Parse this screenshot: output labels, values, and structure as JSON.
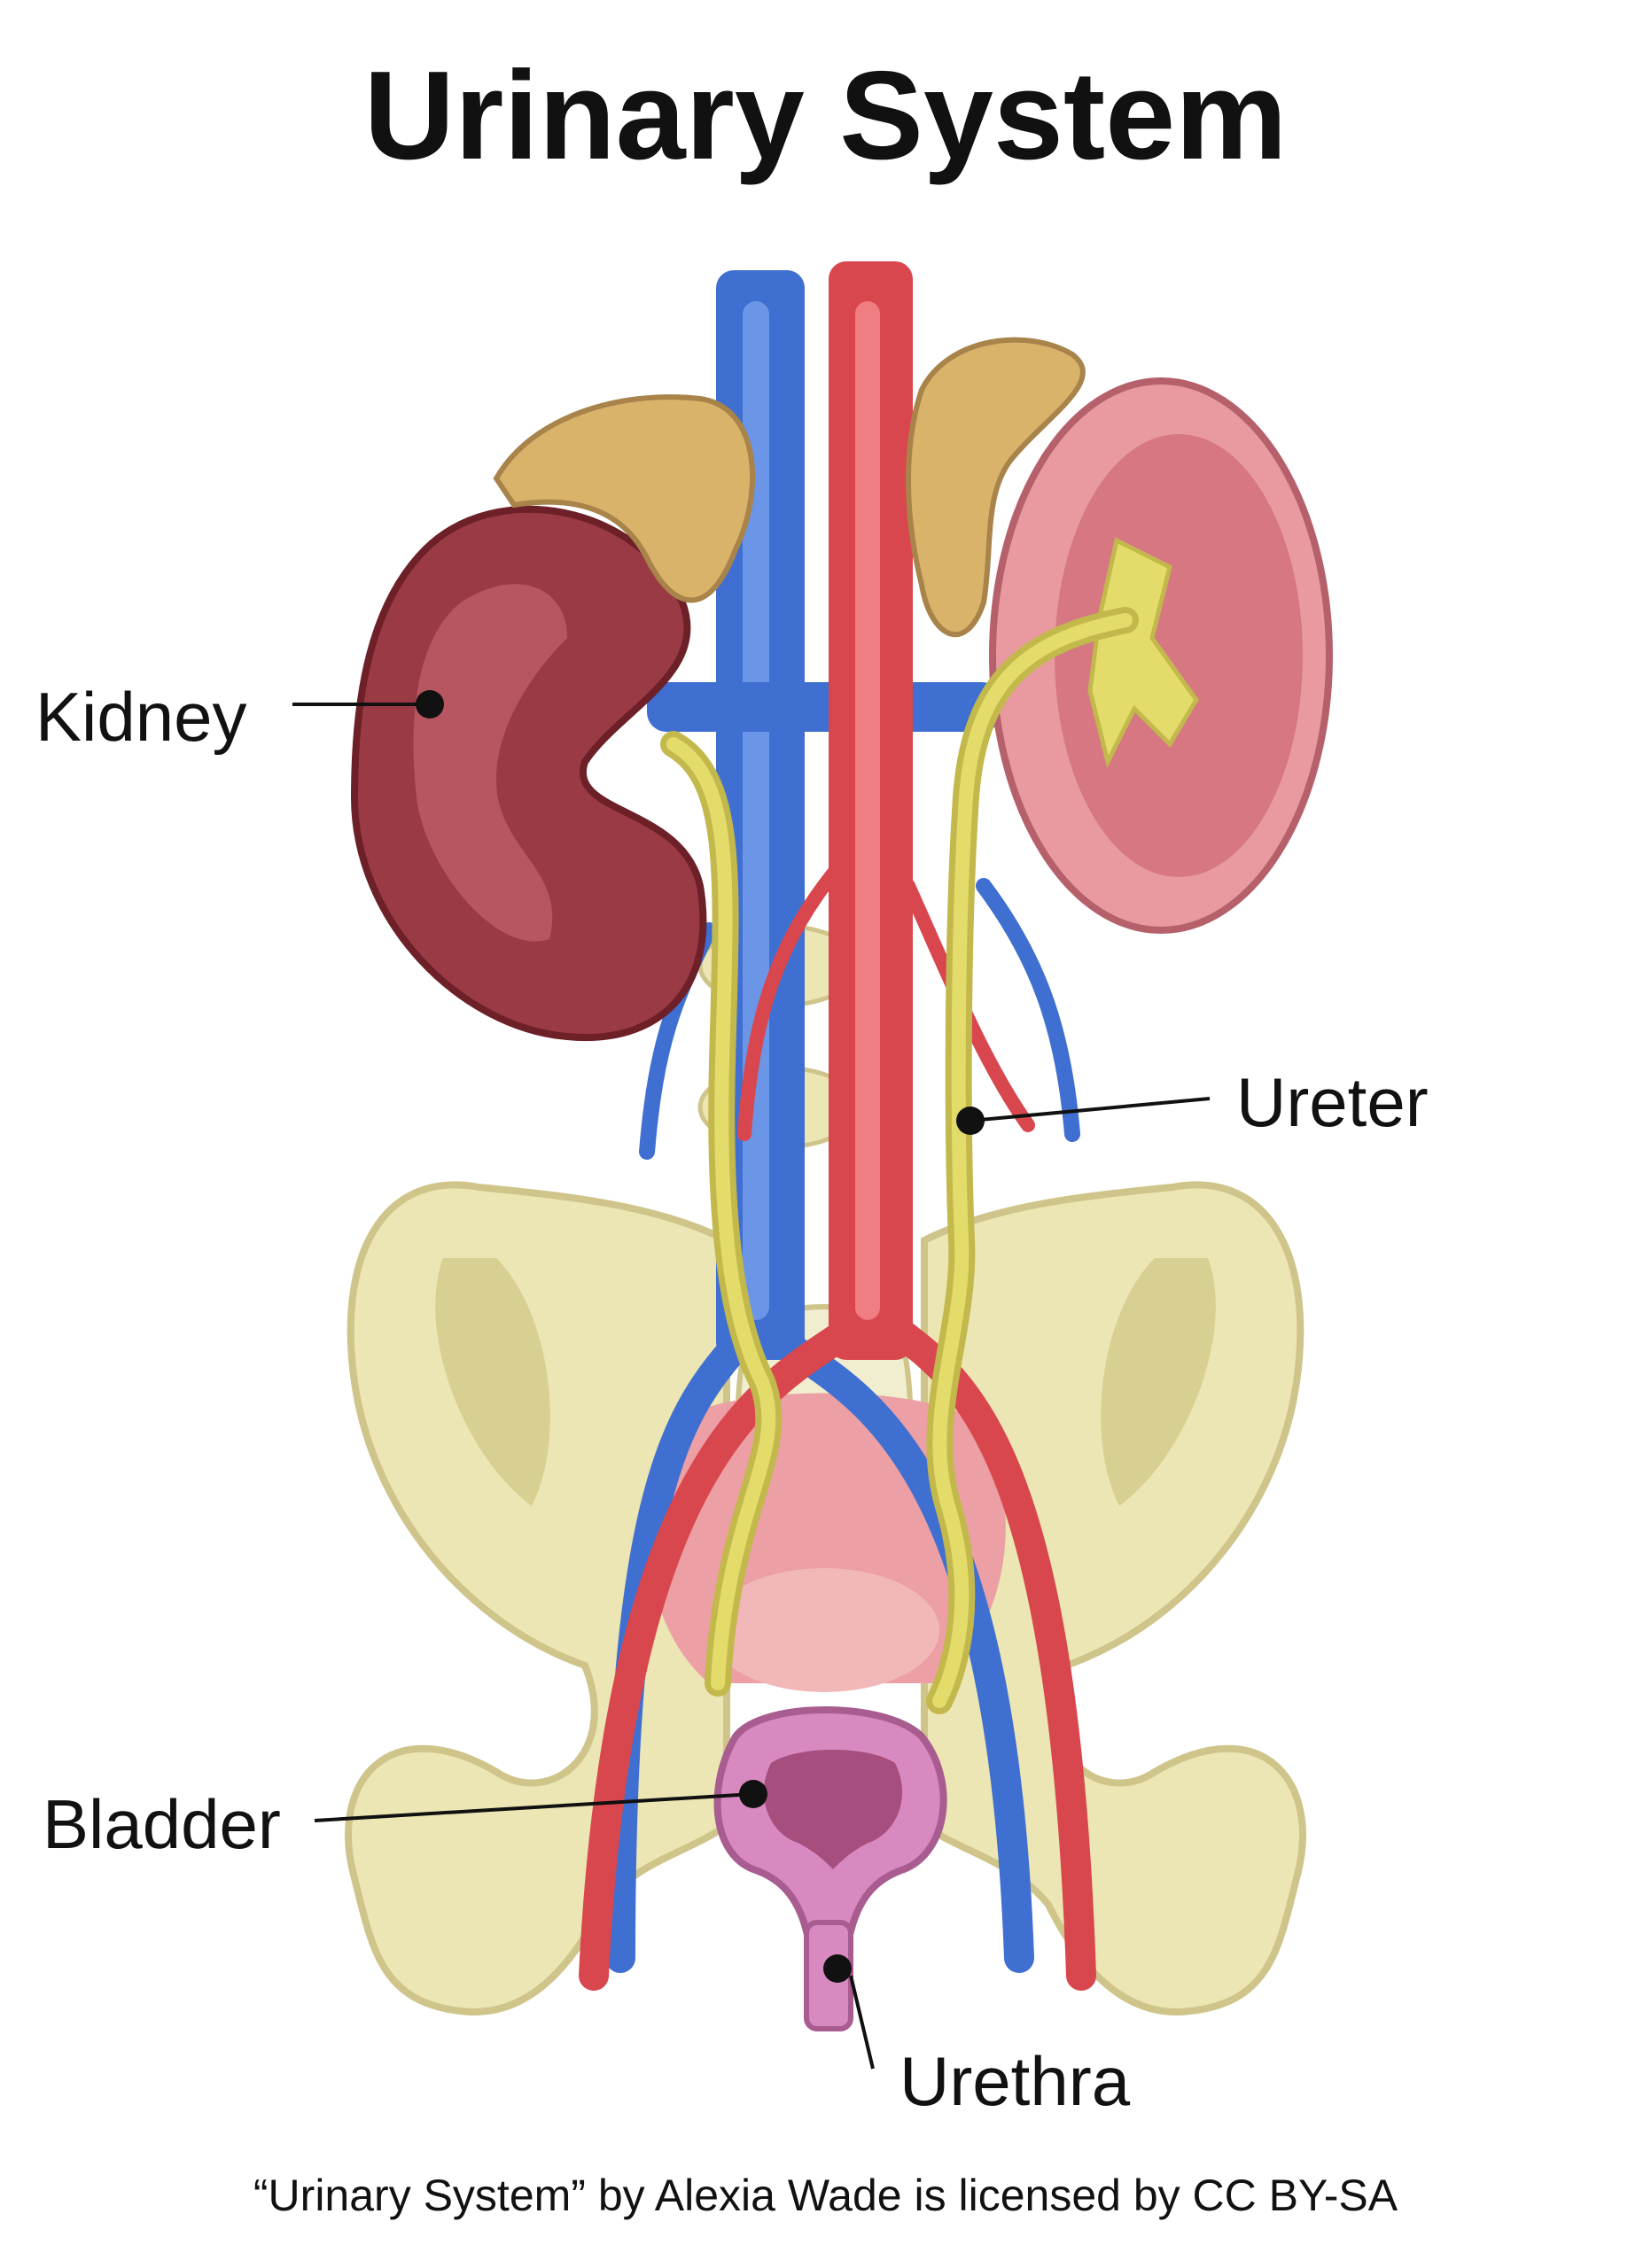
{
  "title": "Urinary System",
  "labels": {
    "kidney": "Kidney",
    "ureter": "Ureter",
    "bladder": "Bladder",
    "urethra": "Urethra"
  },
  "credit": "“Urinary System” by Alexia Wade is licensed by CC BY-SA",
  "colors": {
    "vein": "#3f6fd0",
    "artery": "#d9474e",
    "ureter": "#d9d65a",
    "kidney": "#9a3a44",
    "kidney_section": "#e89aa0",
    "adrenal": "#d9b36a",
    "bone": "#ece6b4",
    "bladder": "#d88ac0"
  }
}
